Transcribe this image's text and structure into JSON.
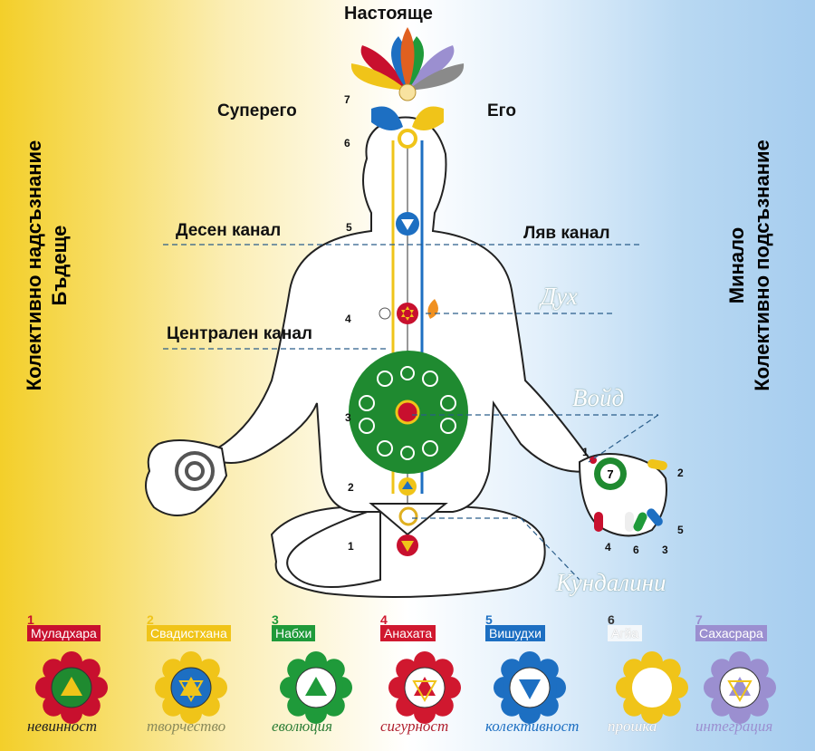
{
  "labels": {
    "top": "Настояще",
    "superego": "Суперего",
    "ego": "Его",
    "right_channel": "Десен канал",
    "left_channel": "Ляв канал",
    "central_channel": "Централен канал",
    "spirit": "Дух",
    "void": "Войд",
    "kundalini": "Кундалини"
  },
  "left_vertical": {
    "line1": "Колективно надсъзнание",
    "line2": "Бъдеще"
  },
  "right_vertical": {
    "line1": "Минало",
    "line2": "Колективно подсъзнание"
  },
  "spine_numbers": [
    "7",
    "6",
    "5",
    "4",
    "3",
    "2",
    "1"
  ],
  "hand_numbers": [
    "1",
    "2",
    "3",
    "4",
    "5",
    "6",
    "7"
  ],
  "chakras": [
    {
      "num": "1",
      "name": "Муладхара",
      "quality": "невинност",
      "color": "#c8102e",
      "quality_color": "#222222"
    },
    {
      "num": "2",
      "name": "Свадистхана",
      "quality": "творчество",
      "color": "#f0c419",
      "quality_color": "#8a8a5a"
    },
    {
      "num": "3",
      "name": "Набхи",
      "quality": "еволюция",
      "color": "#1f9a3a",
      "quality_color": "#2b7d36"
    },
    {
      "num": "4",
      "name": "Анахата",
      "quality": "сигурност",
      "color": "#d0182f",
      "quality_color": "#b01f2e"
    },
    {
      "num": "5",
      "name": "Вишудхи",
      "quality": "колективност",
      "color": "#1d6fc2",
      "quality_color": "#1d6fc2"
    },
    {
      "num": "6",
      "name": "Агйа",
      "quality": "прошка",
      "color": "#ffffff",
      "quality_color": "#ffffff"
    },
    {
      "num": "7",
      "name": "Сахасрара",
      "quality": "интеграция",
      "color": "#9b8fd0",
      "quality_color": "#9b8fd0"
    }
  ]
}
